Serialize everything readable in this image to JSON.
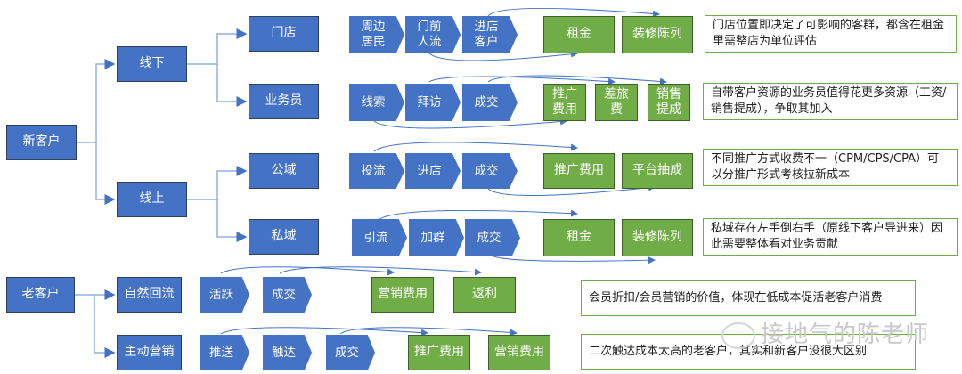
{
  "colors": {
    "primary": "#4472c4",
    "cost": "#70ad47",
    "connector": "#8fb0e0"
  },
  "roots": {
    "new_customer": "新客户",
    "old_customer": "老客户"
  },
  "channels": {
    "offline": "线下",
    "online": "线上",
    "natural_return": "自然回流",
    "active_marketing": "主动营销"
  },
  "sub_channels": {
    "store": "门店",
    "salesperson": "业务员",
    "public_domain": "公域",
    "private_domain": "私域"
  },
  "rows": {
    "store": {
      "steps": [
        "周边\n居民",
        "门前\n人流",
        "进店\n客户"
      ],
      "costs": [
        "租金",
        "装修陈列"
      ],
      "note": "门店位置即决定了可影响的客群，都含在租金里需整店为单位评估"
    },
    "salesperson": {
      "steps": [
        "线索",
        "拜访",
        "成交"
      ],
      "costs": [
        "推广\n费用",
        "差旅\n费",
        "销售\n提成"
      ],
      "note": "自带客户资源的业务员值得花更多资源（工资/销售提成），争取其加入"
    },
    "public_domain": {
      "steps": [
        "投流",
        "进店",
        "成交"
      ],
      "costs": [
        "推广费用",
        "平台抽成"
      ],
      "note": "不同推广方式收费不一（CPM/CPS/CPA）可以分推广形式考核拉新成本"
    },
    "private_domain": {
      "steps": [
        "引流",
        "加群",
        "成交"
      ],
      "costs": [
        "租金",
        "装修陈列"
      ],
      "note": "私域存在左手倒右手（原线下客户导进来）因此需要整体看对业务贡献"
    },
    "natural_return": {
      "steps": [
        "活跃",
        "成交"
      ],
      "costs": [
        "营销费用",
        "返利"
      ],
      "note": "会员折扣/会员营销的价值，体现在低成本促活老客户消费"
    },
    "active_marketing": {
      "steps": [
        "推送",
        "触达",
        "成交"
      ],
      "costs": [
        "推广费用",
        "营销费用"
      ],
      "note": "二次触达成本太高的老客户，其实和新客户没很大区别"
    }
  },
  "watermark": "接地气的陈老师"
}
